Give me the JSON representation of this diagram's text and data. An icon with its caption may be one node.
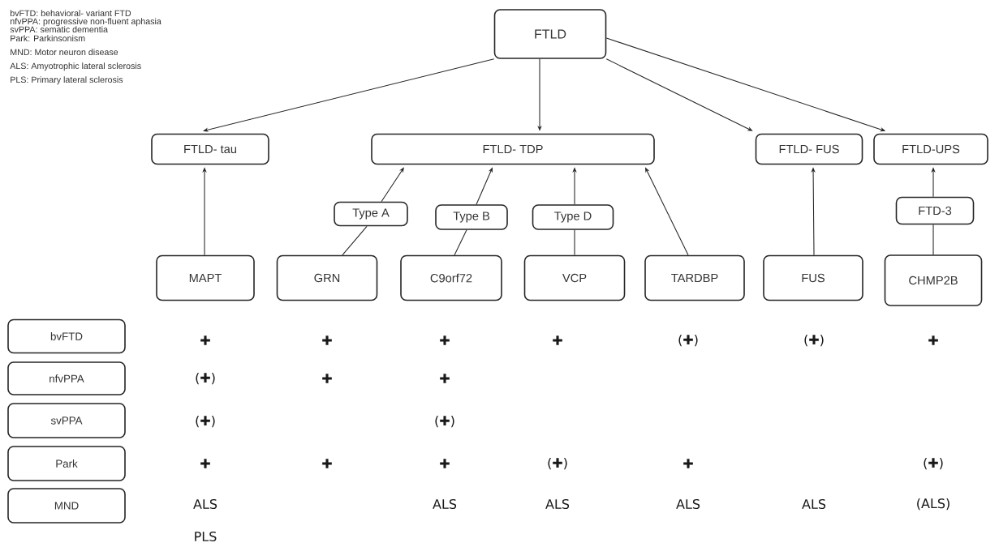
{
  "diagram": {
    "nodes": [
      {
        "text": [
          "FTLD"
        ]
      },
      {
        "text": [
          "FTLD- tau"
        ]
      },
      {
        "text": [
          "FTLD- TDP"
        ]
      },
      {
        "text": [
          "FTLD- FUS"
        ]
      },
      {
        "text": [
          "FTLD-UPS"
        ]
      },
      {
        "text": [
          "Type A"
        ]
      },
      {
        "text": [
          "Type B"
        ]
      },
      {
        "text": [
          "Type D"
        ]
      },
      {
        "text": [
          "FTD-3"
        ]
      },
      {
        "text": [
          "MAPT"
        ]
      },
      {
        "text": [
          "GRN"
        ]
      },
      {
        "text": [
          "C9orf72"
        ]
      },
      {
        "text": [
          "VCP"
        ]
      },
      {
        "text": [
          "TARDBP"
        ]
      },
      {
        "text": [
          "FUS"
        ]
      },
      {
        "text": [
          "CHMP2B"
        ]
      },
      {
        "text": [
          "bvFTD"
        ]
      },
      {
        "text": [
          "nfvPPA"
        ]
      },
      {
        "text": [
          "svPPA"
        ]
      },
      {
        "text": [
          "Park"
        ]
      },
      {
        "text": [
          "MND"
        ]
      }
    ],
    "edges": [
      {
        "from": 0,
        "to": 1,
        "arrow": "to"
      },
      {
        "from": 0,
        "to": 2,
        "arrow": "to"
      },
      {
        "from": 0,
        "to": 3,
        "arrow": "to"
      },
      {
        "from": 0,
        "to": 4,
        "arrow": "to"
      },
      {
        "from": 9,
        "to": 1,
        "arrow": "to"
      },
      {
        "from": 10,
        "to": 5,
        "arrow": "none"
      },
      {
        "from": 5,
        "to": 2,
        "arrow": "to"
      },
      {
        "from": 11,
        "to": 6,
        "arrow": "none"
      },
      {
        "from": 6,
        "to": 2,
        "arrow": "to"
      },
      {
        "from": 12,
        "to": 7,
        "arrow": "none"
      },
      {
        "from": 7,
        "to": 2,
        "arrow": "to"
      },
      {
        "from": 13,
        "to": 2,
        "arrow": "to"
      },
      {
        "from": 14,
        "to": 3,
        "arrow": "to"
      },
      {
        "from": 15,
        "to": 8,
        "arrow": "none"
      },
      {
        "from": 8,
        "to": 4,
        "arrow": "to"
      }
    ],
    "labels": [
      "bvFTD: behavioral- variant FTD",
      "nfvPPA: progressive non-fluent aphasia",
      "svPPA: sematic dementia",
      "Park: Parkinsonism",
      "MND: Motor neuron disease",
      "ALS: Amyotrophic lateral sclerosis",
      "PLS: Primary lateral sclerosis",
      "✚",
      "✚",
      "✚",
      "✚",
      "(✚)",
      "(✚)",
      "✚",
      "(✚)",
      "✚",
      "✚",
      "(✚)",
      "(✚)",
      "✚",
      "✚",
      "✚",
      "(✚)",
      "✚",
      "(✚)",
      "ALS",
      "ALS",
      "ALS",
      "ALS",
      "ALS",
      "(ALS)",
      "PLS"
    ]
  }
}
